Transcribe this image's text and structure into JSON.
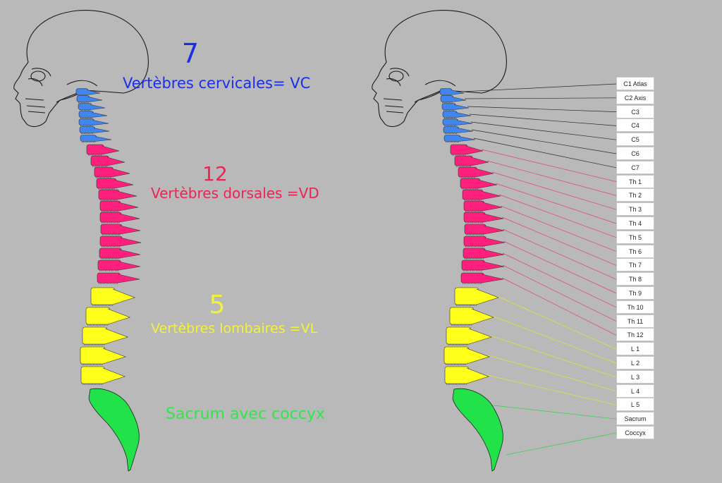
{
  "colors": {
    "background": "#b9b9b9",
    "cervical": "#3f86ee",
    "dorsal": "#ff1f7c",
    "lumbar": "#ffff1a",
    "sacrum": "#22e24a",
    "cervical_text": "#1a2ee8",
    "dorsal_text": "#ee2255",
    "lumbar_text": "#f2f23a",
    "sacrum_text": "#2ee84a"
  },
  "sections": {
    "cervical": {
      "count": "7",
      "title": "Vertèbres cervicales= VC"
    },
    "dorsal": {
      "count": "12",
      "title": "Vertèbres dorsales =VD"
    },
    "lumbar": {
      "count": "5",
      "title": "Vertèbres lombaires =VL"
    },
    "sacrum": {
      "title": "Sacrum avec coccyx"
    }
  },
  "labels": [
    {
      "text": "C1 Atlas",
      "group": "cervical"
    },
    {
      "text": "C2 Axis",
      "group": "cervical"
    },
    {
      "text": "C3",
      "group": "cervical"
    },
    {
      "text": "C4",
      "group": "cervical"
    },
    {
      "text": "C5",
      "group": "cervical"
    },
    {
      "text": "C6",
      "group": "cervical"
    },
    {
      "text": "C7",
      "group": "cervical"
    },
    {
      "text": "Th 1",
      "group": "dorsal"
    },
    {
      "text": "Th 2",
      "group": "dorsal"
    },
    {
      "text": "Th 3",
      "group": "dorsal"
    },
    {
      "text": "Th 4",
      "group": "dorsal"
    },
    {
      "text": "Th 5",
      "group": "dorsal"
    },
    {
      "text": "Th 6",
      "group": "dorsal"
    },
    {
      "text": "Th 7",
      "group": "dorsal"
    },
    {
      "text": "Th 8",
      "group": "dorsal"
    },
    {
      "text": "Th 9",
      "group": "dorsal"
    },
    {
      "text": "Th 10",
      "group": "dorsal"
    },
    {
      "text": "Th 11",
      "group": "dorsal"
    },
    {
      "text": "Th 12",
      "group": "dorsal"
    },
    {
      "text": "L 1",
      "group": "lumbar"
    },
    {
      "text": "L 2",
      "group": "lumbar"
    },
    {
      "text": "L 3",
      "group": "lumbar"
    },
    {
      "text": "L 4",
      "group": "lumbar"
    },
    {
      "text": "L 5",
      "group": "lumbar"
    },
    {
      "text": "Sacrum",
      "group": "sacrum"
    },
    {
      "text": "Coccyx",
      "group": "sacrum"
    }
  ]
}
